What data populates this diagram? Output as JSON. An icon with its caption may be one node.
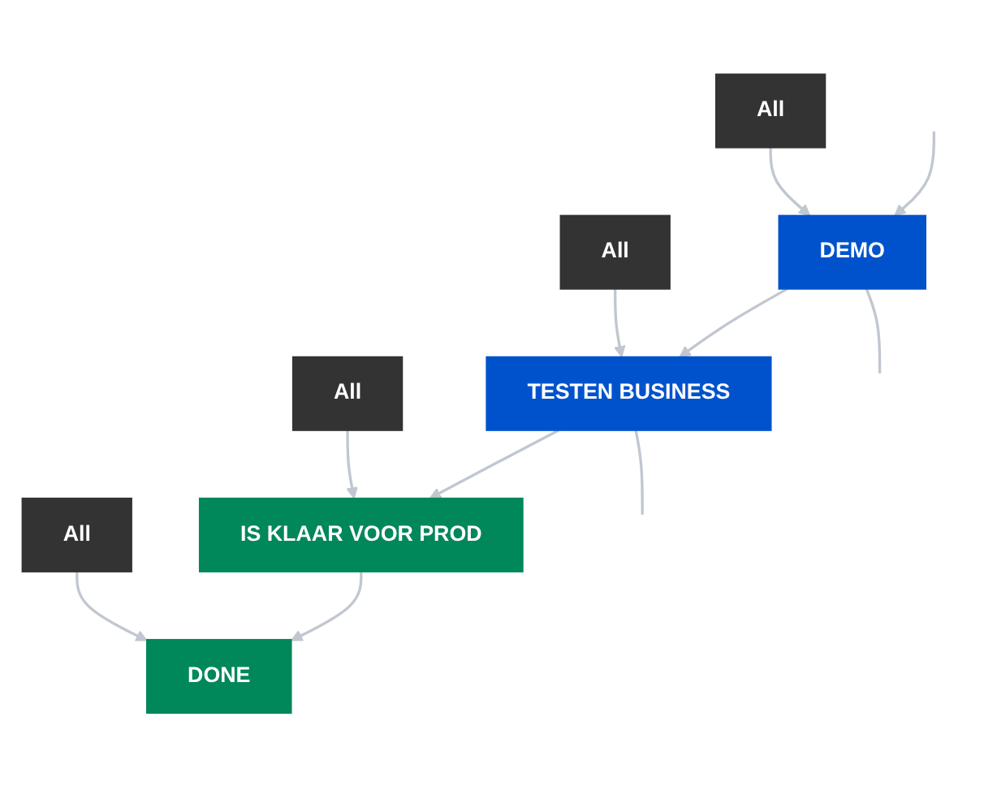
{
  "diagram": {
    "nodes": [
      {
        "text": [
          "DEMO"
        ]
      },
      {
        "text": [
          "All"
        ]
      },
      {
        "text": [
          "TESTEN BUSINESS"
        ]
      },
      {
        "text": [
          "All"
        ]
      },
      {
        "text": [
          "IS KLAAR VOOR PROD"
        ]
      },
      {
        "text": [
          "All"
        ]
      },
      {
        "text": [
          "DONE"
        ]
      },
      {
        "text": [
          "All"
        ]
      }
    ],
    "edges": [
      {
        "from": null,
        "to": 0,
        "arrow": "to"
      },
      {
        "from": 0,
        "to": null,
        "arrow": "none"
      },
      {
        "from": 0,
        "to": 2,
        "arrow": "to"
      },
      {
        "from": 2,
        "to": null,
        "arrow": "none"
      },
      {
        "from": 2,
        "to": 4,
        "arrow": "to"
      },
      {
        "from": 4,
        "to": 6,
        "arrow": "to"
      },
      {
        "from": 1,
        "to": 0,
        "arrow": "to"
      },
      {
        "from": 3,
        "to": 2,
        "arrow": "to"
      },
      {
        "from": 5,
        "to": 4,
        "arrow": "to"
      },
      {
        "from": 7,
        "to": 6,
        "arrow": "to"
      }
    ]
  }
}
